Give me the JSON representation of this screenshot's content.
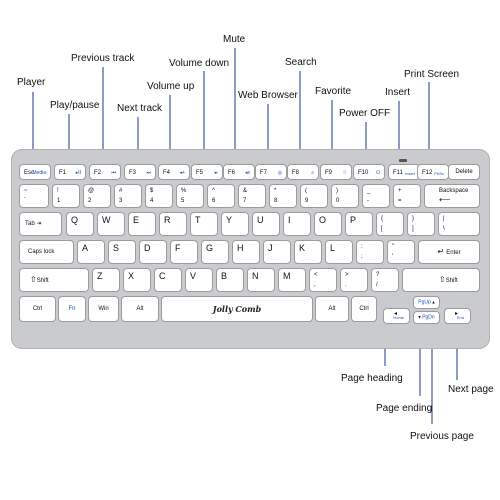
{
  "callouts": {
    "player": "Player",
    "play_pause": "Play/pause",
    "previous_track": "Previous track",
    "next_track": "Next track",
    "volume_up": "Volume up",
    "volume_down": "Volume down",
    "mute": "Mute",
    "web_browser": "Web Browser",
    "search": "Search",
    "favorite": "Favorite",
    "power_off": "Power OFF",
    "insert": "Insert",
    "print_screen": "Print Screen",
    "page_heading": "Page heading",
    "page_ending": "Page ending",
    "previous_page": "Previous page",
    "next_page": "Next page"
  },
  "keys": {
    "esc": {
      "main": "Esc",
      "fn": "Media"
    },
    "f1": {
      "main": "F1",
      "fn": "▸II"
    },
    "f2": {
      "main": "F2",
      "fn": "⏮"
    },
    "f3": {
      "main": "F3",
      "fn": "⏭"
    },
    "f4": {
      "main": "F4",
      "fn": "◂+"
    },
    "f5": {
      "main": "F5",
      "fn": "◂-"
    },
    "f6": {
      "main": "F6",
      "fn": "◂x"
    },
    "f7": {
      "main": "F7",
      "fn": "◎"
    },
    "f8": {
      "main": "F8",
      "fn": "⌕"
    },
    "f9": {
      "main": "F9",
      "fn": "☆"
    },
    "f10": {
      "main": "F10",
      "fn": "⏻"
    },
    "f11": {
      "main": "F11",
      "fn": "Insert"
    },
    "f12": {
      "main": "F12",
      "fn": "PrtSc"
    },
    "delete": "Delete",
    "tilde": {
      "top": "~",
      "bottom": "`"
    },
    "n1": {
      "top": "!",
      "bottom": "1"
    },
    "n2": {
      "top": "@",
      "bottom": "2"
    },
    "n3": {
      "top": "#",
      "bottom": "3"
    },
    "n4": {
      "top": "$",
      "bottom": "4"
    },
    "n5": {
      "top": "%",
      "bottom": "5"
    },
    "n6": {
      "top": "^",
      "bottom": "6"
    },
    "n7": {
      "top": "&",
      "bottom": "7"
    },
    "n8": {
      "top": "*",
      "bottom": "8"
    },
    "n9": {
      "top": "(",
      "bottom": "9"
    },
    "n0": {
      "top": ")",
      "bottom": "0"
    },
    "minus": {
      "top": "_",
      "bottom": "-"
    },
    "equal": {
      "top": "+",
      "bottom": "="
    },
    "backspace": "Backspace",
    "tab": "Tab",
    "q": "Q",
    "w": "W",
    "e": "E",
    "r": "R",
    "t": "T",
    "y": "Y",
    "u": "U",
    "i": "I",
    "o": "O",
    "p": "P",
    "lbracket": {
      "top": "{",
      "bottom": "["
    },
    "rbracket": {
      "top": "}",
      "bottom": "]"
    },
    "backslash": {
      "top": "|",
      "bottom": "\\"
    },
    "capslock": "Caps lock",
    "a": "A",
    "s": "S",
    "d": "D",
    "f": "F",
    "g": "G",
    "h": "H",
    "j": "J",
    "k": "K",
    "l": "L",
    "semicolon": {
      "top": ":",
      "bottom": ";"
    },
    "quote": {
      "top": "\"",
      "bottom": "'"
    },
    "enter": "Enter",
    "lshift": "Shift",
    "z": "Z",
    "x": "X",
    "c": "C",
    "v": "V",
    "b": "B",
    "n": "N",
    "m": "M",
    "comma": {
      "top": "<",
      "bottom": ","
    },
    "period": {
      "top": ">",
      "bottom": "."
    },
    "slash": {
      "top": "?",
      "bottom": "/"
    },
    "rshift": "Shift",
    "lctrl": "Ctrl",
    "fn": "Fn",
    "win": "Win",
    "lalt": "Alt",
    "space": "Jolly Comb",
    "ralt": "Alt",
    "rctrl": "Ctrl",
    "left": {
      "main": "◂",
      "fn": "Home"
    },
    "up": {
      "main": "▴",
      "fn": "PgUp"
    },
    "down": {
      "main": "▾",
      "fn": "PgDn"
    },
    "right": {
      "main": "▸",
      "fn": "End"
    }
  }
}
